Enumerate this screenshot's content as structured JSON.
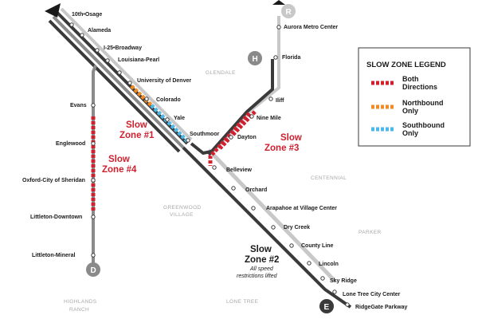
{
  "stations": {
    "tenth_osage": "10th•Osage",
    "alameda": "Alameda",
    "i25_broadway": "I-25•Broadway",
    "louisiana_pearl": "Louisiana-Pearl",
    "university_of_denver": "University of Denver",
    "colorado": "Colorado",
    "yale": "Yale",
    "southmoor": "Southmoor",
    "belleview": "Belleview",
    "orchard": "Orchard",
    "arapahoe": "Arapahoe at Village Center",
    "dry_creek": "Dry Creek",
    "county_line": "County Line",
    "lincoln": "Lincoln",
    "sky_ridge": "Sky Ridge",
    "lone_tree_city_center": "Lone Tree City Center",
    "ridgegate": "RidgeGate Parkway",
    "evans": "Evans",
    "englewood": "Englewood",
    "oxford": "Oxford-City of Sheridan",
    "littleton_downtown": "Littleton-Downtown",
    "littleton_mineral": "Littleton-Mineral",
    "aurora_metro_center": "Aurora Metro Center",
    "florida": "Florida",
    "iliff": "Iliff",
    "nine_mile": "Nine Mile",
    "dayton": "Dayton"
  },
  "areas": {
    "glendale": "GLENDALE",
    "centennial": "CENTENNIAL",
    "greenwood_village_1": "GREENWOOD",
    "greenwood_village_2": "VILLAGE",
    "parker": "PARKER",
    "highlands_ranch_1": "HIGHLANDS",
    "highlands_ranch_2": "RANCH",
    "lone_tree": "LONE TREE"
  },
  "zones": {
    "z1_line1": "Slow",
    "z1_line2": "Zone #1",
    "z2_line1": "Slow",
    "z2_line2": "Zone #2",
    "z2_note1": "All speed",
    "z2_note2": "restrictions lifted",
    "z3_line1": "Slow",
    "z3_line2": "Zone #3",
    "z4_line1": "Slow",
    "z4_line2": "Zone #4"
  },
  "badges": {
    "r": "R",
    "h": "H",
    "d": "D",
    "e": "E"
  },
  "legend": {
    "title": "SLOW ZONE LEGEND",
    "both_1": "Both",
    "both_2": "Directions",
    "north_1": "Northbound",
    "north_2": "Only",
    "south_1": "Southbound",
    "south_2": "Only"
  },
  "colors": {
    "line_dark": "#3a3a3a",
    "line_grey": "#8a8a8a",
    "line_light": "#c8c8c8",
    "slow_both": "#d0202e",
    "slow_north": "#f08a24",
    "slow_south": "#4db8e8",
    "zone_label": "#d0202e"
  }
}
